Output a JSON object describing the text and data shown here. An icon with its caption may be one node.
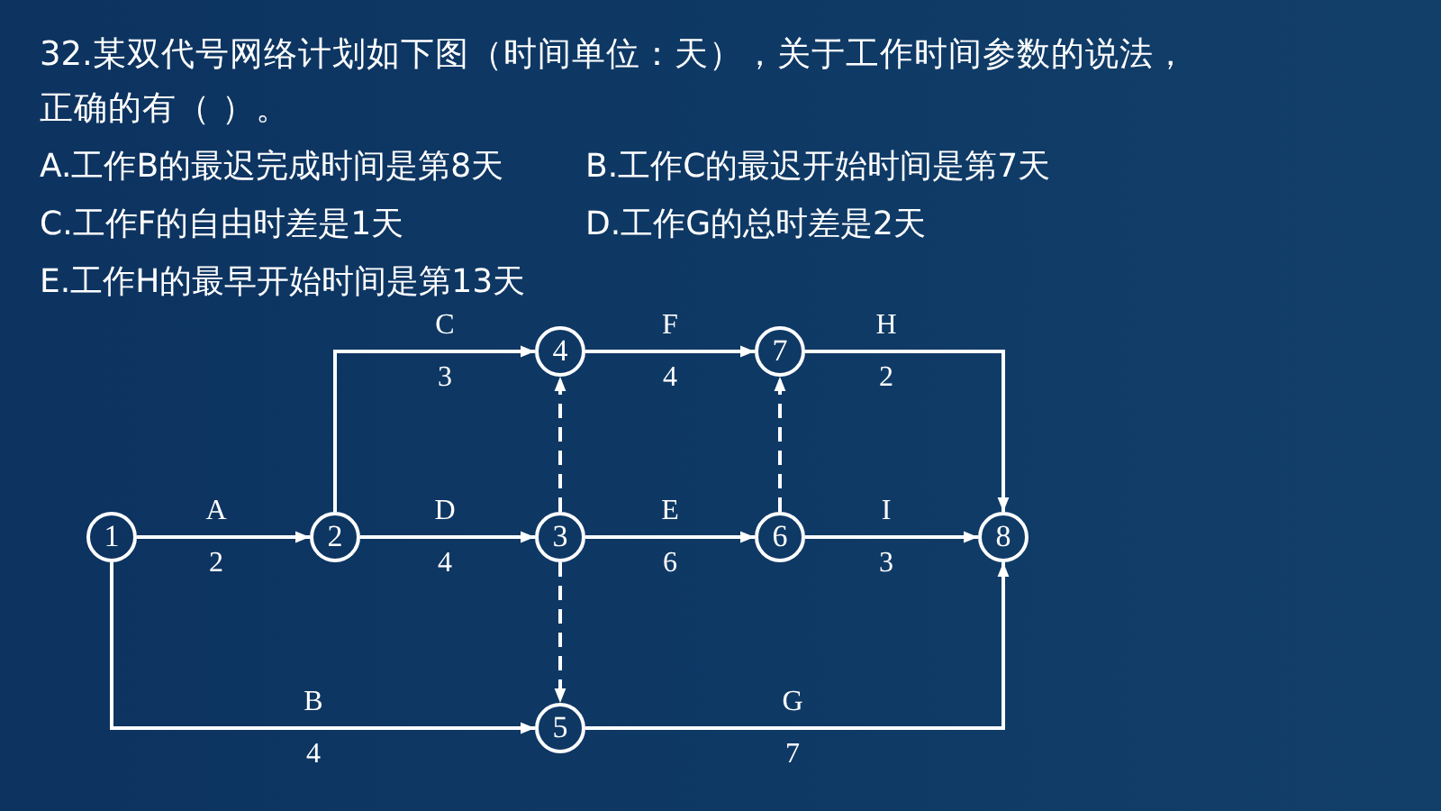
{
  "diagram": {
    "title": "32.某双代号网络计划如下图（时间单位：天），关于工作时间参数的说法，正确的有（ ）。",
    "nodes": [
      {
        "text": [
          "1"
        ]
      },
      {
        "text": [
          "2"
        ]
      },
      {
        "text": [
          "3"
        ]
      },
      {
        "text": [
          "4"
        ]
      },
      {
        "text": [
          "5"
        ]
      },
      {
        "text": [
          "6"
        ]
      },
      {
        "text": [
          "7"
        ]
      },
      {
        "text": [
          "8"
        ]
      }
    ],
    "edges": [
      {
        "from": 0,
        "to": 1,
        "arrow": "to",
        "label": "A"
      },
      {
        "from": 1,
        "to": 3,
        "arrow": "to",
        "label": "C"
      },
      {
        "from": 1,
        "to": 2,
        "arrow": "to",
        "label": "D"
      },
      {
        "from": 0,
        "to": 4,
        "arrow": "to",
        "label": "B"
      },
      {
        "from": 2,
        "to": 3,
        "arrow": "to",
        "style": "dashed"
      },
      {
        "from": 2,
        "to": 4,
        "arrow": "to",
        "style": "dashed"
      },
      {
        "from": 3,
        "to": 6,
        "arrow": "to",
        "label": "F"
      },
      {
        "from": 2,
        "to": 5,
        "arrow": "to",
        "label": "E"
      },
      {
        "from": 5,
        "to": 6,
        "arrow": "to",
        "style": "dashed"
      },
      {
        "from": 6,
        "to": 7,
        "arrow": "to",
        "label": "H"
      },
      {
        "from": 5,
        "to": 7,
        "arrow": "to",
        "label": "I"
      },
      {
        "from": 4,
        "to": 7,
        "arrow": "to",
        "label": "G"
      }
    ],
    "labels": [
      "A.工作B的最迟完成时间是第8天",
      "B.工作C的最迟开始时间是第7天",
      "C.工作F的自由时差是1天",
      "D.工作G的总时差是2天",
      "E.工作H的最早开始时间是第13天",
      "3",
      "4",
      "2",
      "2",
      "4",
      "6",
      "3",
      "4",
      "7"
    ]
  }
}
